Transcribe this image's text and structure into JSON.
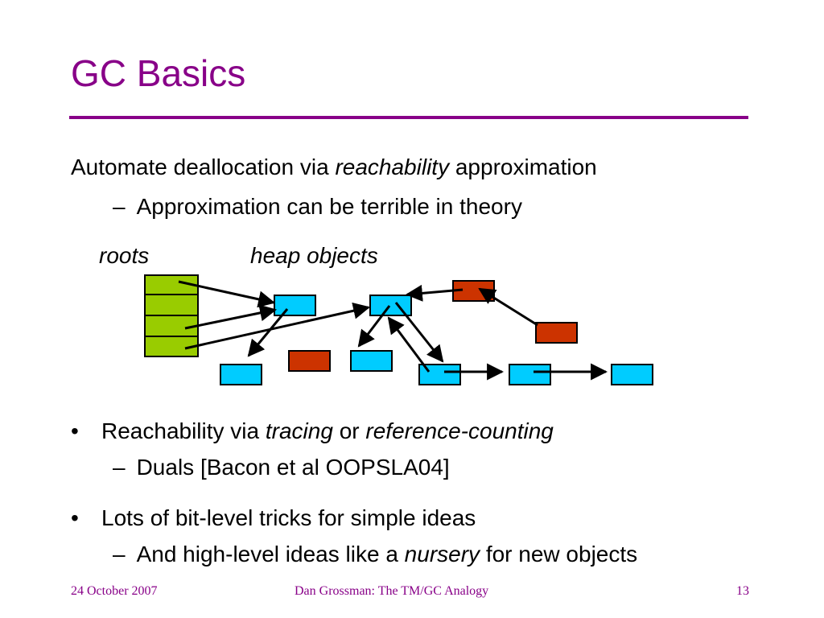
{
  "slide": {
    "title": "GC Basics",
    "line1": {
      "pre": "Automate deallocation via ",
      "em": "reachability",
      "post": " approximation"
    },
    "line1_sub": {
      "dash": "–",
      "text": "Approximation can be terrible in theory"
    },
    "diagram": {
      "roots_label": "roots",
      "heap_label": "heap objects"
    },
    "bullet1": {
      "mark": "•",
      "pre": "Reachability via ",
      "em1": "tracing",
      "mid": " or ",
      "em2": "reference-counting"
    },
    "bullet1_sub": {
      "dash": "–",
      "text": "Duals [Bacon et al OOPSLA04]"
    },
    "bullet2": {
      "mark": "•",
      "text": "Lots of bit-level tricks for simple ideas"
    },
    "bullet2_sub": {
      "dash": "–",
      "pre": "And high-level ideas like a ",
      "em": "nursery",
      "post": " for new objects"
    }
  },
  "footer": {
    "date": "24 October 2007",
    "center": "Dan Grossman: The TM/GC Analogy",
    "page": "13"
  },
  "colors": {
    "title": "#880088",
    "root": "#99cc00",
    "live_object": "#00ccff",
    "garbage_object": "#cc3300"
  }
}
